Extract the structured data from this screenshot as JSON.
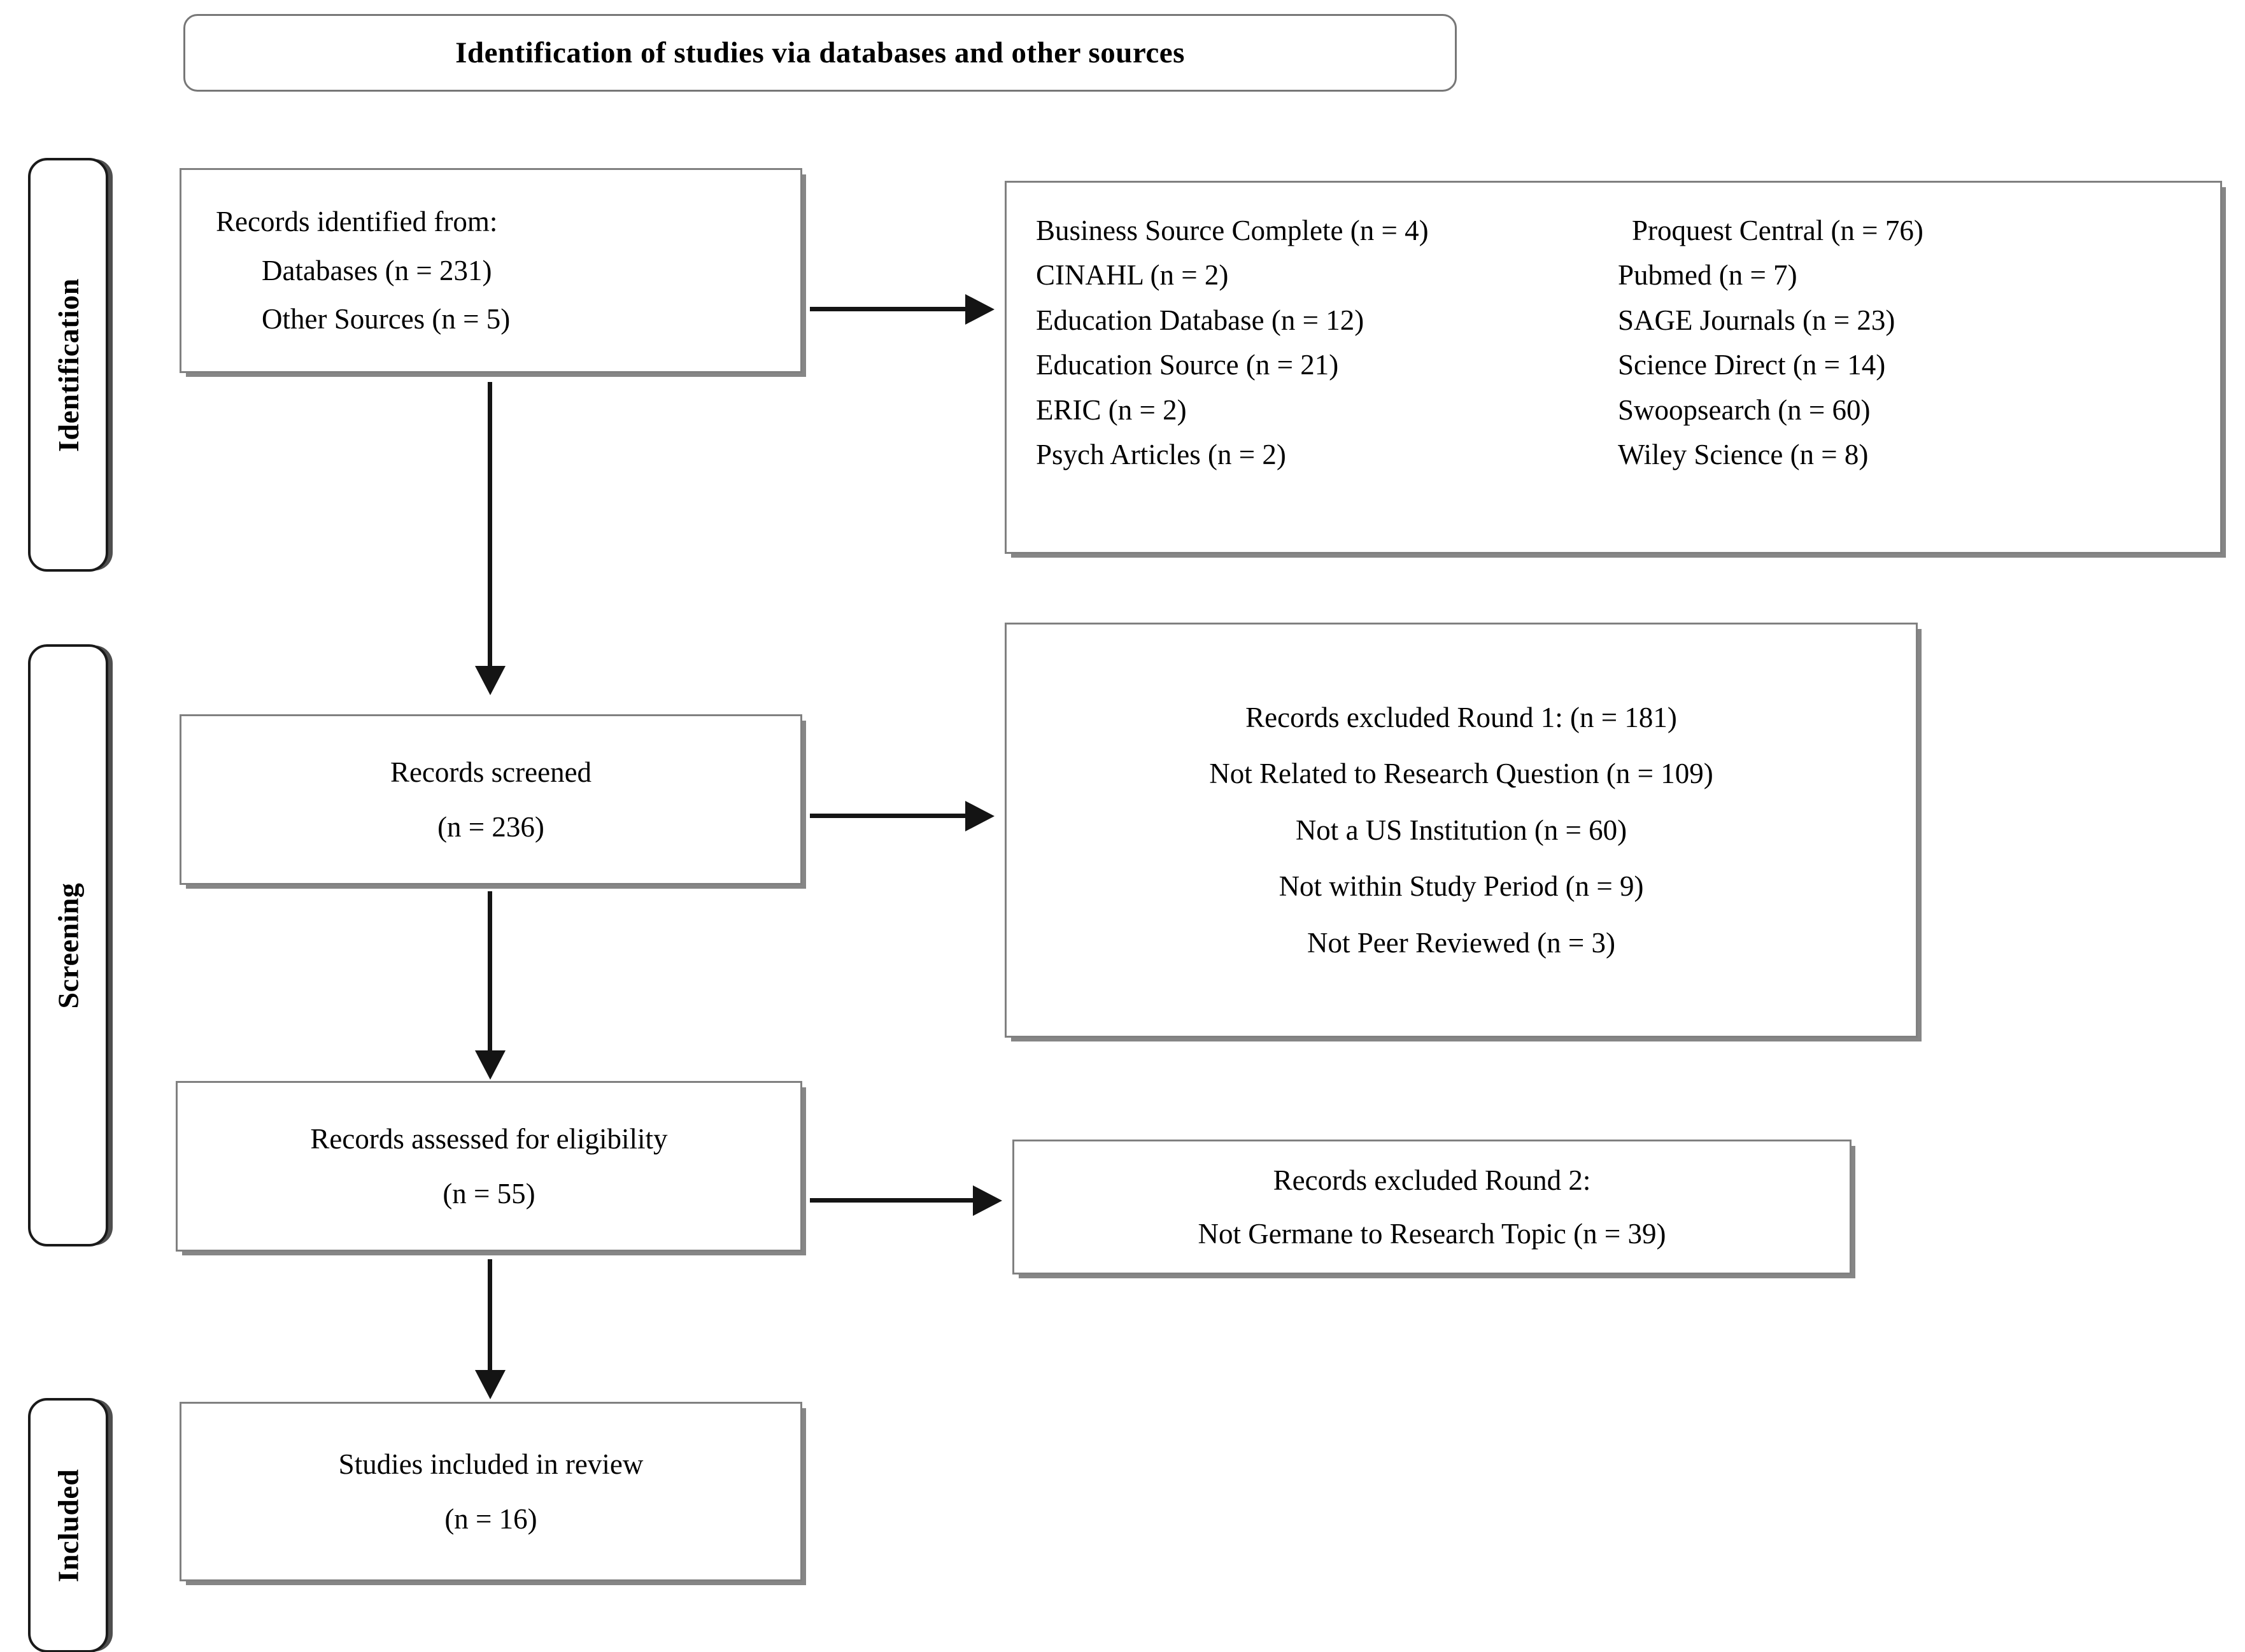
{
  "header": {
    "title": "Identification of studies via databases and other sources"
  },
  "stages": [
    {
      "label": "Identification"
    },
    {
      "label": "Screening"
    },
    {
      "label": "Included"
    }
  ],
  "boxes": {
    "records_identified": {
      "title": "Records identified from:",
      "items": [
        "Databases (n = 231)",
        "Other Sources (n = 5)"
      ]
    },
    "database_list": {
      "left_column": [
        "Business Source Complete (n = 4)",
        "CINAHL (n = 2)",
        "Education Database (n = 12)",
        "Education Source (n = 21)",
        "ERIC (n = 2)",
        "Psych Articles (n = 2)"
      ],
      "right_column": [
        "Proquest Central (n = 76)",
        "Pubmed (n = 7)",
        "SAGE Journals (n = 23)",
        "Science Direct (n = 14)",
        "Swoopsearch (n = 60)",
        "Wiley Science (n = 8)"
      ]
    },
    "records_screened": {
      "title": "Records screened",
      "count": "(n = 236)"
    },
    "excluded_round_1": {
      "title": "Records excluded Round 1: (n = 181)",
      "reasons": [
        "Not Related to Research Question (n = 109)",
        "Not a US Institution (n = 60)",
        "Not within Study Period (n = 9)",
        "Not Peer Reviewed (n = 3)"
      ]
    },
    "records_assessed": {
      "title": "Records assessed for eligibility",
      "count": "(n = 55)"
    },
    "excluded_round_2": {
      "title": "Records excluded Round 2:",
      "reasons": [
        "Not Germane to Research Topic (n = 39)"
      ]
    },
    "studies_included": {
      "title": "Studies included in review",
      "count": "(n = 16)"
    }
  },
  "colors": {
    "box_border": "#808080",
    "rail_border": "#1a1a1a",
    "arrow": "#141414",
    "text": "#000000",
    "background": "#ffffff"
  }
}
